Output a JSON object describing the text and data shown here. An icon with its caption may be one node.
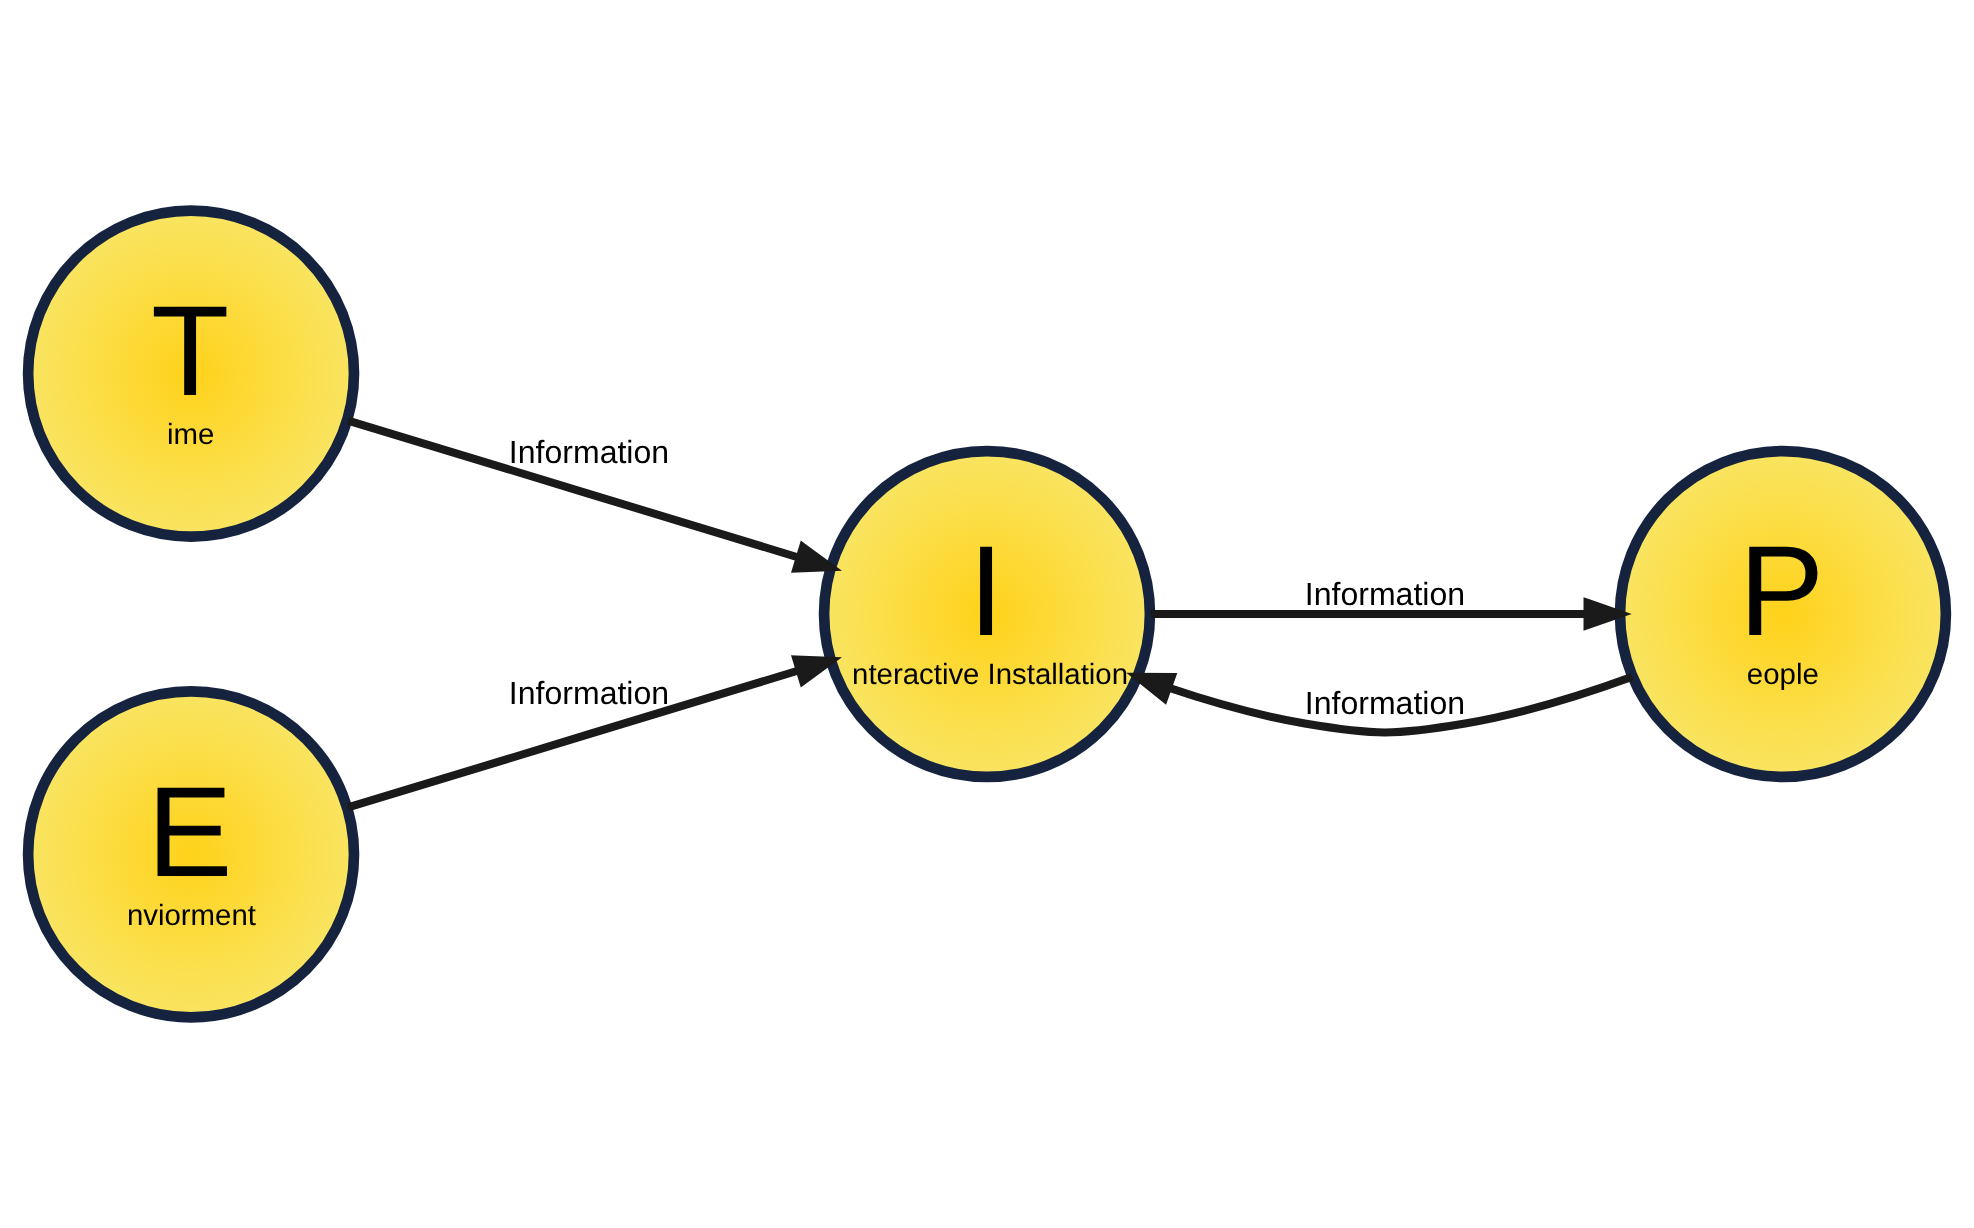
{
  "diagram": {
    "nodes": [
      {
        "text": [
          "T",
          "ime"
        ]
      },
      {
        "text": [
          "I",
          "nteractive Installation"
        ]
      },
      {
        "text": [
          "E",
          "nviorment"
        ]
      },
      {
        "text": [
          "P",
          "eople"
        ]
      }
    ],
    "edges": [
      {
        "from": 0,
        "to": 1,
        "arrow": "to",
        "label": "Information"
      },
      {
        "from": 2,
        "to": 1,
        "arrow": "to",
        "label": "Information"
      },
      {
        "from": 3,
        "to": 1,
        "arrow": "to",
        "label": "Information"
      },
      {
        "from": 1,
        "to": 3,
        "arrow": "to",
        "label": "Information"
      }
    ]
  }
}
